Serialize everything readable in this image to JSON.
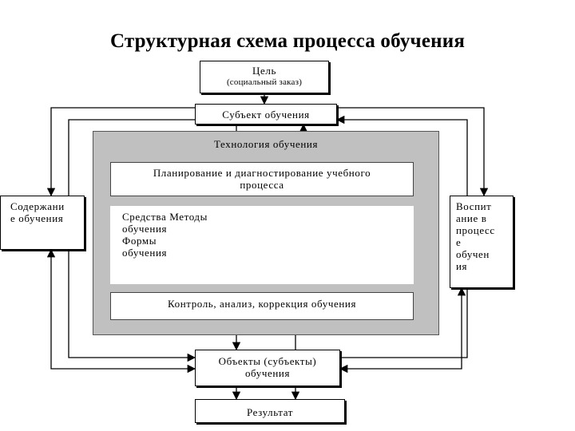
{
  "title": "Структурная схема процесса обучения",
  "boxes": {
    "goal": {
      "line1": "Цель",
      "line2": "(социальный заказ)"
    },
    "subject": "Субъект обучения",
    "technology": "Технология обучения",
    "planning": {
      "line1": "Планирование и диагностирование учебного",
      "line2": "процесса"
    },
    "means": {
      "lines": [
        "Средства Методы",
        "обучения",
        "Формы",
        "обучения"
      ]
    },
    "control": "Контроль, анализ, коррекция обучения",
    "content": {
      "lines": [
        "Содержани",
        "е обучения"
      ]
    },
    "upbringing": {
      "lines": [
        "Воспит",
        "ание в",
        "процесс",
        "е",
        "обучен",
        "ия"
      ]
    },
    "objects": {
      "line1": "Объекты (субъекты)",
      "line2": "обучения"
    },
    "result": "Результат"
  }
}
